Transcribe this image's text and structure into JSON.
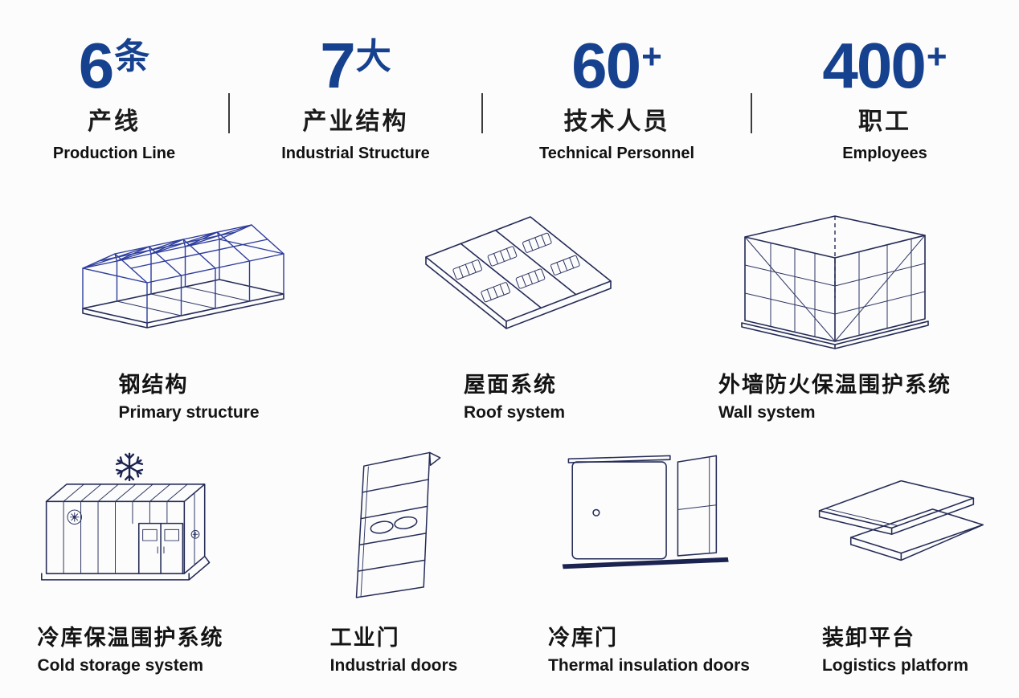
{
  "stats": [
    {
      "number": "6",
      "unit": "条",
      "zh": "产线",
      "en": "Production Line"
    },
    {
      "number": "7",
      "unit": "大",
      "zh": "产业结构",
      "en": "Industrial Structure"
    },
    {
      "number": "60",
      "unit": "+",
      "zh": "技术人员",
      "en": "Technical Personnel"
    },
    {
      "number": "400",
      "unit": "+",
      "zh": "职工",
      "en": "Employees"
    }
  ],
  "products": [
    {
      "zh": "钢结构",
      "en": "Primary structure",
      "icon": "steel-structure-illustration"
    },
    {
      "zh": "屋面系统",
      "en": "Roof system",
      "icon": "roof-system-illustration"
    },
    {
      "zh": "外墙防火保温围护系统",
      "en": "Wall system",
      "icon": "wall-system-illustration"
    },
    {
      "zh": "冷库保温围护系统",
      "en": "Cold storage system",
      "icon": "cold-storage-illustration"
    },
    {
      "zh": "工业门",
      "en": "Industrial doors",
      "icon": "industrial-door-illustration"
    },
    {
      "zh": "冷库门",
      "en": "Thermal insulation doors",
      "icon": "cold-storage-door-illustration"
    },
    {
      "zh": "装卸平台",
      "en": "Logistics platform",
      "icon": "dock-leveler-illustration"
    }
  ],
  "colors": {
    "accent_blue": "#16418e",
    "line_navy": "#242b56",
    "steel_blue": "#2e3d9c",
    "text_dark": "#131313",
    "background": "#fcfcfc"
  }
}
